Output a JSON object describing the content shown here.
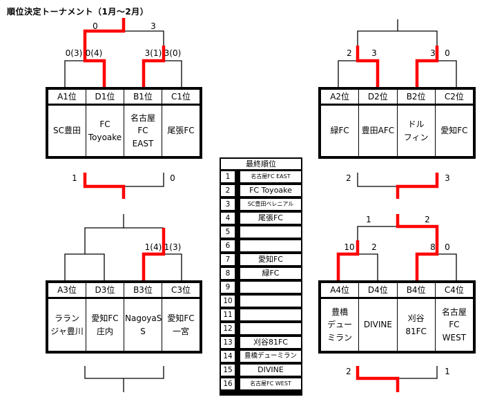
{
  "title": "順位決定トーナメント（1月～2月）",
  "groups": [
    {
      "positions": [
        "A1位",
        "D1位",
        "B1位",
        "C1位"
      ],
      "teams": [
        "SC豊田",
        "FC\nToyoake",
        "名古屋\nFC\nEAST",
        "尾張FC"
      ],
      "scores": [
        "0",
        "3",
        "0(3)",
        "0(4)",
        "3(1)",
        "3(0)",
        "1",
        "0"
      ]
    },
    {
      "positions": [
        "A2位",
        "D2位",
        "B2位",
        "C2位"
      ],
      "teams": [
        "緑FC",
        "豊田AFC",
        "ドル\nフィン",
        "愛知FC"
      ],
      "scores": [
        "2",
        "3",
        "3",
        "0",
        "2",
        "3"
      ]
    },
    {
      "positions": [
        "A3位",
        "D3位",
        "B3位",
        "C3位"
      ],
      "teams": [
        "ララン\nジャ豊川",
        "愛知FC\n庄内",
        "NagoyaS\nS",
        "愛知FC\n一宮"
      ],
      "scores": [
        "1(4)",
        "1(3)"
      ]
    },
    {
      "positions": [
        "A4位",
        "D4位",
        "B4位",
        "C4位"
      ],
      "teams": [
        "豊橋\nデュー\nミラン",
        "DIVINE",
        "刈谷\n81FC",
        "名古屋\nFC\nWEST"
      ],
      "scores": [
        "1",
        "2",
        "10",
        "2",
        "8",
        "0",
        "2",
        "1"
      ]
    }
  ],
  "ranking": {
    "title": "最終順位",
    "rows": [
      {
        "rank": "1",
        "team": "名古屋FC EAST"
      },
      {
        "rank": "2",
        "team": "FC Toyoake"
      },
      {
        "rank": "3",
        "team": "SC豊田ペレニアル"
      },
      {
        "rank": "4",
        "team": "尾張FC"
      },
      {
        "rank": "5",
        "team": ""
      },
      {
        "rank": "6",
        "team": ""
      },
      {
        "rank": "7",
        "team": "愛知FC"
      },
      {
        "rank": "8",
        "team": "緑FC"
      },
      {
        "rank": "9",
        "team": ""
      },
      {
        "rank": "10",
        "team": ""
      },
      {
        "rank": "11",
        "team": ""
      },
      {
        "rank": "12",
        "team": ""
      },
      {
        "rank": "13",
        "team": "刈谷81FC"
      },
      {
        "rank": "14",
        "team": "豊橋デューミラン"
      },
      {
        "rank": "15",
        "team": "DIVINE"
      },
      {
        "rank": "16",
        "team": "名古屋FC WEST"
      }
    ]
  },
  "colors": {
    "winner_line": "#ff0000",
    "line": "#000000"
  }
}
